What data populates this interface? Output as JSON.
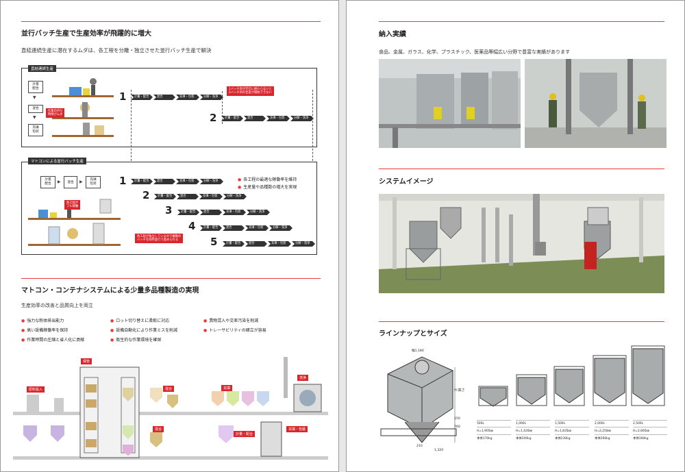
{
  "left": {
    "s1_title": "並行バッチ生産で生産効率が飛躍的に増大",
    "s1_sub": "直結連続生産に潜在するムダは、各工程を分離・独立させた並行バッチ生産で解決",
    "box1": {
      "tab": "直結連続生産",
      "flow": [
        "計量\n配合",
        "混合",
        "充填\n包装"
      ],
      "note": "作業の待ち\n時間がムダ",
      "callout": "1バッチ目が完全に終わらないと\n2バッチ目の生産が開始できない",
      "rows": [
        {
          "num": "1",
          "steps": [
            "計量・配合",
            "混合",
            "充填・包装",
            "分解・洗浄"
          ]
        },
        {
          "num": "2",
          "steps": [
            "計量・配合",
            "混合",
            "充填・包装",
            "分解・洗浄"
          ]
        }
      ]
    },
    "box2": {
      "tab": "マトコンによる並行バッチ生産",
      "flow": [
        "計量\n配合",
        "混合",
        "充填\n包装"
      ],
      "note": "各工程が\nフル稼働",
      "callout": "各工程が独立しているので複数の\nバッチを同時並行で進められる",
      "bullets": [
        "各工程の最適な稼働率を維持",
        "生産量や品種数の増大を実現"
      ],
      "rows": [
        {
          "num": "1",
          "steps": [
            "計量・配合",
            "混合",
            "充填・包装",
            "分解・洗浄"
          ]
        },
        {
          "num": "2",
          "steps": [
            "計量・配合",
            "混合",
            "充填・包装",
            "分解・洗浄"
          ]
        },
        {
          "num": "3",
          "steps": [
            "計量・配合",
            "混合",
            "充填・包装",
            "分解・洗浄"
          ]
        },
        {
          "num": "4",
          "steps": [
            "計量・配合",
            "混合",
            "充填・包装",
            "分解・洗浄"
          ]
        },
        {
          "num": "5",
          "steps": [
            "計量・配合",
            "混合",
            "充填・包装",
            "分解・洗浄"
          ]
        }
      ]
    },
    "s2_title": "マトコン・コンテナシステムによる少量多品種製造の実現",
    "s2_sub": "生産効率の改善と品質向上を両立",
    "bullets": [
      [
        "強力な粉体排出能力",
        "高い設備稼働率を保持",
        "作業時間の圧縮と省人化に貢献"
      ],
      [
        "ロット切り替えに柔軟に対応",
        "設備自動化により作業ミスを削減",
        "衛生的な作業環境を確保"
      ],
      [
        "異物混入や交差汚染を削減",
        "トレーサビリティの確立が容易"
      ]
    ],
    "facility_labels": [
      "保管",
      "原料投入",
      "混合",
      "充填",
      "洗浄",
      "計量・配合",
      "充填・包装",
      "混合"
    ]
  },
  "right": {
    "s1_title": "納入実績",
    "s1_sub": "食品、金属、ガラス、化学、プラスチック、医薬品等幅広い分野で豊富な実績があります",
    "s2_title": "システムイメージ",
    "s3_title": "ラインナップとサイズ",
    "dims": [
      "幅1,180",
      "H:高さ",
      "150",
      "760",
      "1,320",
      "210"
    ],
    "lineup": [
      {
        "vol": "500L",
        "h": "H=1,905㎜",
        "w": "本体170kg"
      },
      {
        "vol": "1,000L",
        "h": "H=1,420㎜",
        "w": "本体200kg"
      },
      {
        "vol": "1,500L",
        "h": "H=1,835㎜",
        "w": "本体230kg"
      },
      {
        "vol": "2,000L",
        "h": "H=2,250㎜",
        "w": "本体260kg"
      },
      {
        "vol": "2,500L",
        "h": "H=2,665㎜",
        "w": "本体300kg"
      }
    ]
  }
}
